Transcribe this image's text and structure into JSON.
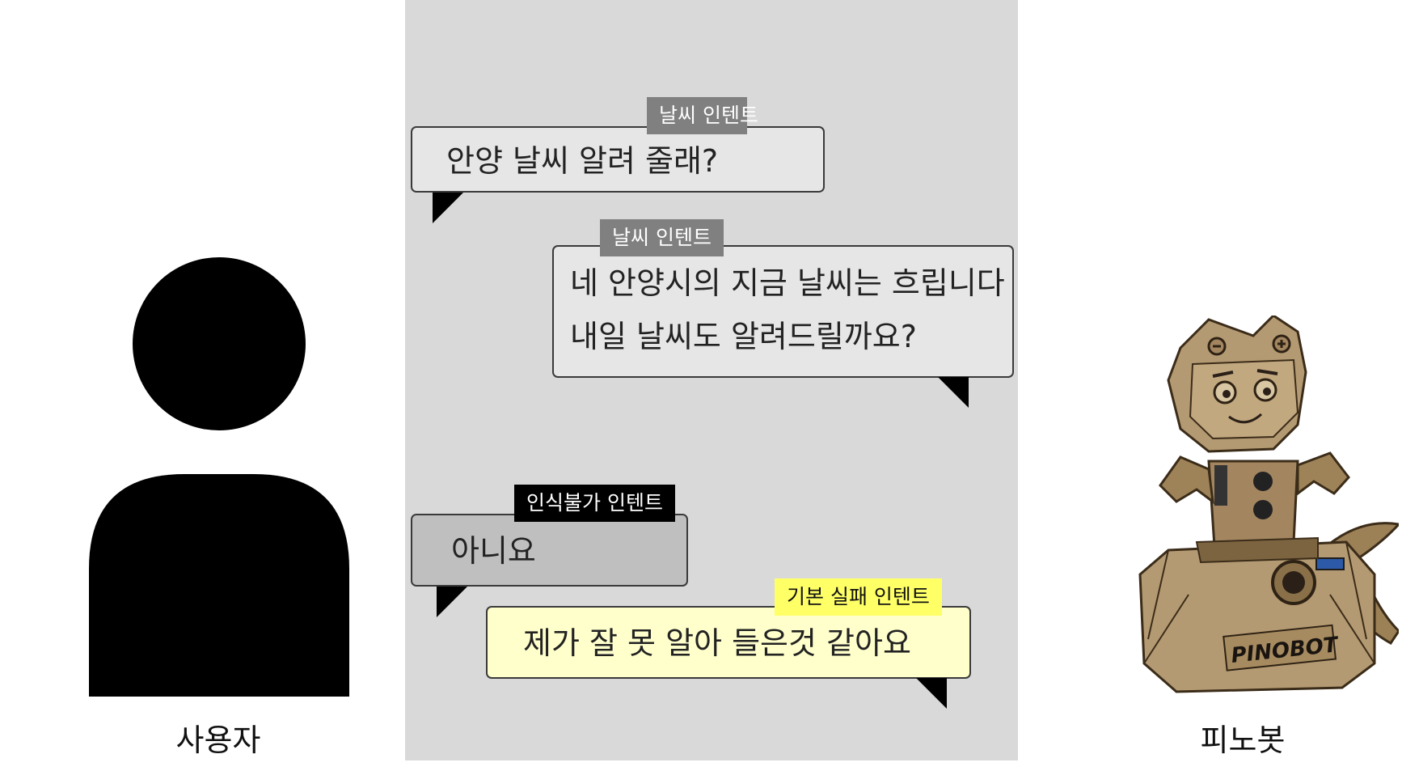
{
  "actors": {
    "user_label": "사용자",
    "bot_label": "피노봇",
    "bot_logo_text": "PINOBOT"
  },
  "messages": [
    {
      "speaker": "사용자",
      "intent": "날씨 인텐트",
      "lines": [
        "안양 날씨 알려 줄래?"
      ],
      "bubble_color": "#e6e6e6",
      "tag_color": "#808080"
    },
    {
      "speaker": "피노봇",
      "intent": "날씨 인텐트",
      "lines": [
        "네 안양시의 지금 날씨는 흐립니다",
        "내일 날씨도 알려드릴까요?"
      ],
      "bubble_color": "#e6e6e6",
      "tag_color": "#808080"
    },
    {
      "speaker": "사용자",
      "intent": "인식불가 인텐트",
      "lines": [
        "아니요"
      ],
      "bubble_color": "#bfbfbf",
      "tag_color": "#000000"
    },
    {
      "speaker": "피노봇",
      "intent": "기본 실패 인텐트",
      "lines": [
        "제가 잘 못 알아 들은것 같아요"
      ],
      "bubble_color": "#ffffcc",
      "tag_color": "#ffff66"
    }
  ]
}
